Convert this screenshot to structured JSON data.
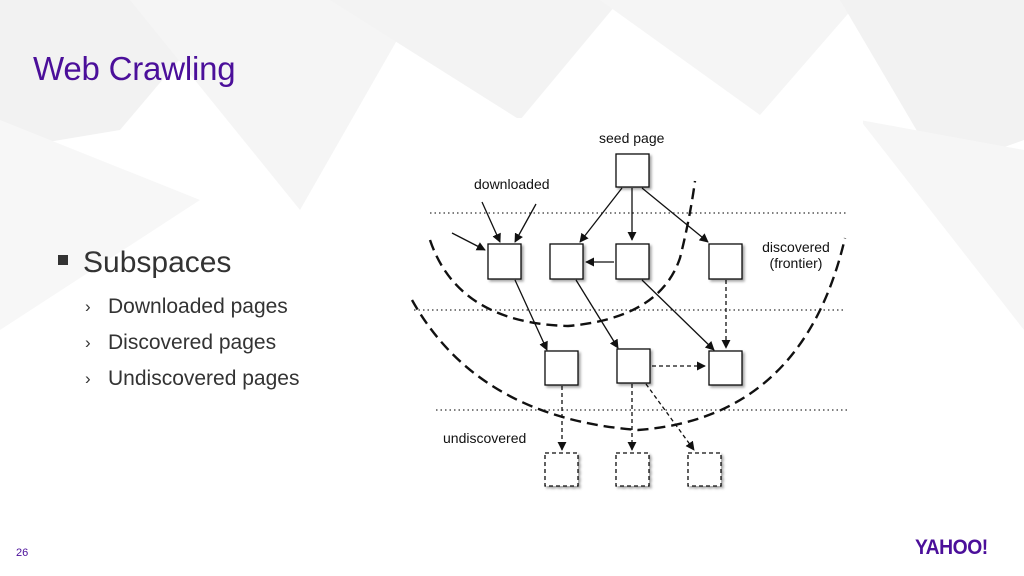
{
  "slide": {
    "title": "Web Crawling",
    "page_number": "26",
    "logo_text": "YAHOO!"
  },
  "bullets": {
    "main": "Subspaces",
    "items": [
      "Downloaded pages",
      "Discovered pages",
      "Undiscovered pages"
    ]
  },
  "diagram": {
    "labels": {
      "seed": "seed page",
      "downloaded": "downloaded",
      "discovered": "discovered",
      "frontier": "(frontier)",
      "undiscovered": "undiscovered"
    }
  },
  "colors": {
    "title": "#4b0f9a",
    "text": "#333333",
    "logo": "#4b0f9a"
  }
}
